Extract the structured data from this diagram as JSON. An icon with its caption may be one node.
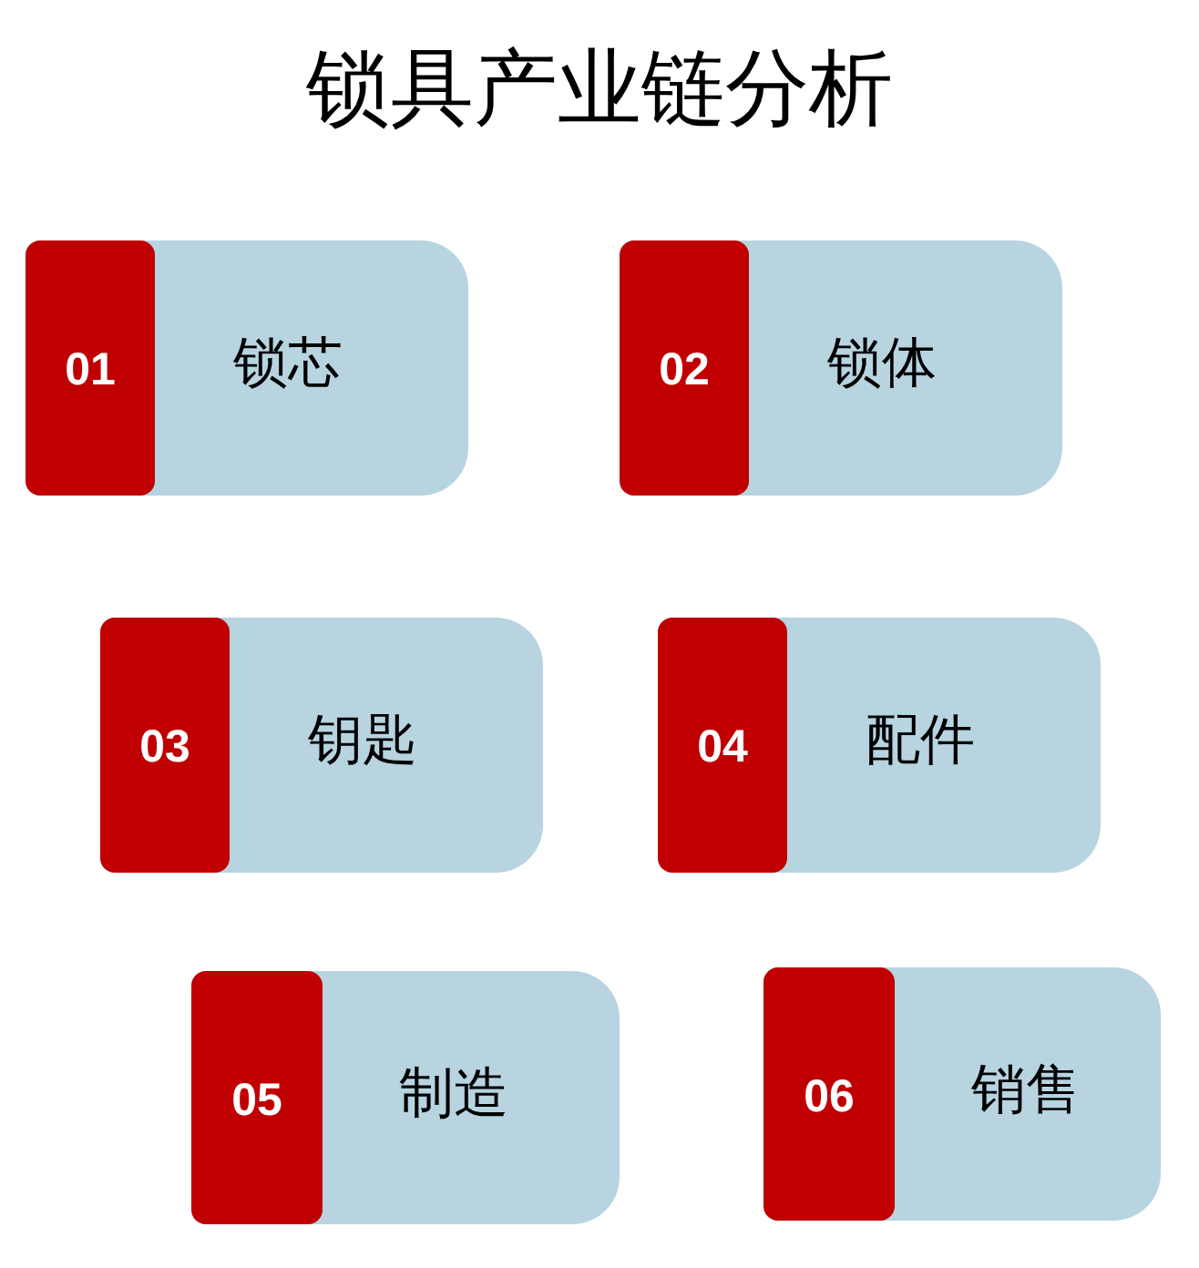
{
  "diagram": {
    "title": "锁具产业链分析",
    "nodes": [
      {
        "text": [
          "锁芯"
        ]
      },
      {
        "text": [
          "01"
        ],
        "in": 0
      },
      {
        "text": [
          "锁体"
        ]
      },
      {
        "text": [
          "02"
        ],
        "in": 2
      },
      {
        "text": [
          "钥匙"
        ]
      },
      {
        "text": [
          "03"
        ],
        "in": 4
      },
      {
        "text": [
          "配件"
        ]
      },
      {
        "text": [
          "04"
        ],
        "in": 6
      },
      {
        "text": [
          "制造"
        ]
      },
      {
        "text": [
          "05"
        ],
        "in": 8
      },
      {
        "text": [
          "销售"
        ]
      },
      {
        "text": [
          "06"
        ],
        "in": 10
      }
    ]
  }
}
